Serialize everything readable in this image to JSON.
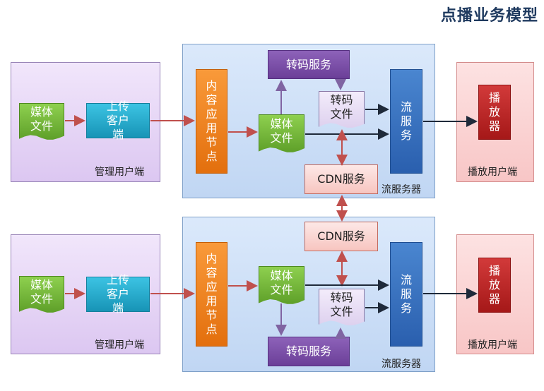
{
  "title": "点播业务模型",
  "top": {
    "admin_panel_label": "管理用户端",
    "media_file": "媒体文件",
    "upload_client": "上传客户端",
    "content_node": "内容应用节点",
    "media_file_2": "媒体文件",
    "transcode_service": "转码服务",
    "transcoded_file": "转码文件",
    "stream_service": "流服务",
    "cdn_service": "CDN服务",
    "server_panel_label": "流服务器",
    "player": "播放器",
    "player_panel_label": "播放用户端"
  },
  "bottom": {
    "admin_panel_label": "管理用户端",
    "media_file": "媒体文件",
    "upload_client": "上传客户端",
    "content_node": "内容应用节点",
    "media_file_2": "媒体文件",
    "transcode_service": "转码服务",
    "transcoded_file": "转码文件",
    "stream_service": "流服务",
    "cdn_service": "CDN服务",
    "server_panel_label": "流服务器",
    "player": "播放器",
    "player_panel_label": "播放用户端"
  },
  "colors": {
    "red_arrow": "#c0504d",
    "dark_arrow": "#1f2a3a",
    "purple_arrow": "#8064a2",
    "title": "#1f3a5f"
  }
}
